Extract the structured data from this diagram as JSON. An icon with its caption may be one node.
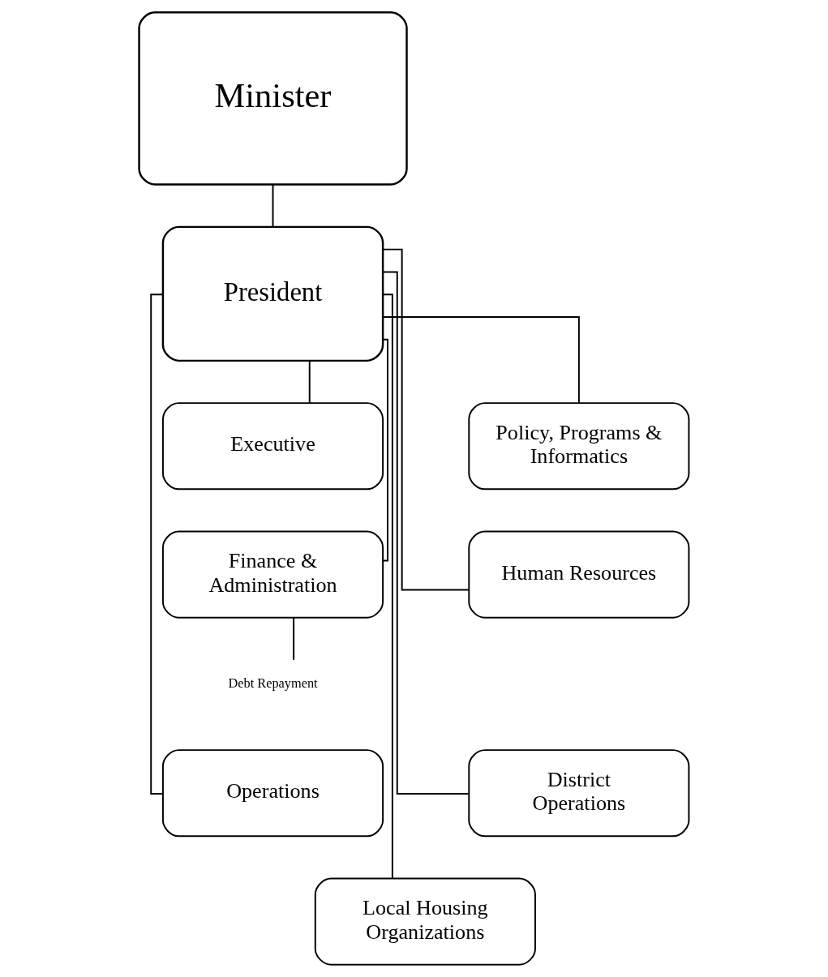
{
  "diagram": {
    "nodes": [
      {
        "text": [
          "Minister"
        ]
      },
      {
        "text": [
          "President"
        ]
      },
      {
        "text": [
          "Executive"
        ]
      },
      {
        "text": [
          "Policy, Programs & Informatics"
        ]
      },
      {
        "text": [
          "Finance & Administration"
        ]
      },
      {
        "text": [
          "Human Resources"
        ]
      },
      {
        "text": [
          "Debt Repayment"
        ]
      },
      {
        "text": [
          "Operations"
        ]
      },
      {
        "text": [
          "District Operations"
        ]
      },
      {
        "text": [
          "Local Housing Organizations"
        ]
      }
    ],
    "edges": [
      {
        "from": 0,
        "to": 1,
        "arrow": "none"
      },
      {
        "from": 1,
        "to": 2,
        "arrow": "none"
      },
      {
        "from": 1,
        "to": 3,
        "arrow": "none"
      },
      {
        "from": 1,
        "to": 4,
        "arrow": "none"
      },
      {
        "from": 1,
        "to": 5,
        "arrow": "none"
      },
      {
        "from": 4,
        "to": 6,
        "arrow": "none"
      },
      {
        "from": 1,
        "to": 7,
        "arrow": "none"
      },
      {
        "from": 1,
        "to": 8,
        "arrow": "none"
      },
      {
        "from": 1,
        "to": 9,
        "arrow": "none"
      }
    ]
  }
}
